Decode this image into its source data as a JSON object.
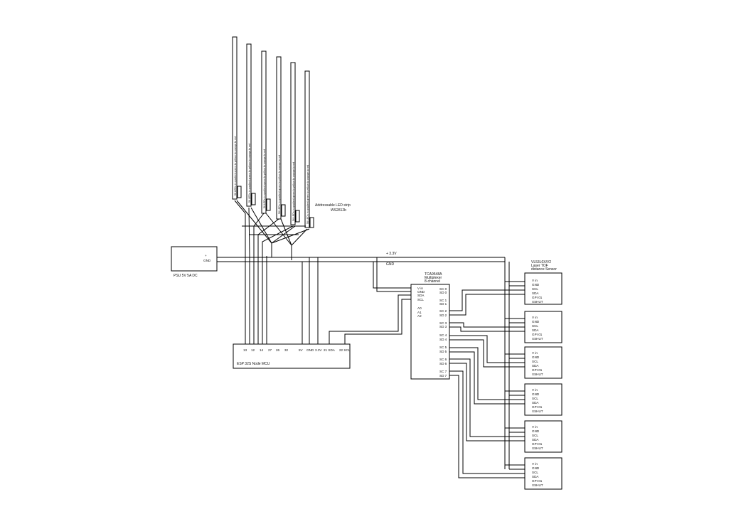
{
  "diagram": {
    "led_strip_title": "Addressable LED strip",
    "led_strip_model": "WS2812b",
    "led_strip_text": "56 LEDs in gradient green to yellow to orange to red",
    "led_strip_count": 6,
    "psu": {
      "label": "PSU 5V 5A DC",
      "pins": [
        "+",
        "GND"
      ]
    },
    "esp32": {
      "label": "ESP 32S Node MCU",
      "pins": [
        "13",
        "12",
        "14",
        "27",
        "26",
        "32",
        "5V",
        "GND",
        "3.3V",
        "21 SDA",
        "22 SCL"
      ]
    },
    "rail": {
      "vcc": "+ 3.3V",
      "gnd": "GND"
    },
    "mux": {
      "title": "TCA9548A",
      "subtitle1": "Multiplexer",
      "subtitle2": "8-channel",
      "left_pins": [
        "V in",
        "GND",
        "SDA",
        "SCL",
        "A0",
        "A1",
        "A2"
      ],
      "right_pins": [
        "SC 0",
        "SD 0",
        "SC 1",
        "SD 1",
        "SC 2",
        "SD 2",
        "SC 3",
        "SD 3",
        "SC 4",
        "SD 4",
        "SC 5",
        "SD 5",
        "SC 6",
        "SD 6",
        "SC 7",
        "SD 7"
      ]
    },
    "sensor": {
      "title": "VL53L0X/V2",
      "subtitle1": "Laser TOF",
      "subtitle2": "distance Sensor",
      "pins": [
        "V in",
        "GND",
        "SCL",
        "SDA",
        "GPI 01",
        "XSHUT"
      ],
      "count": 6
    }
  }
}
